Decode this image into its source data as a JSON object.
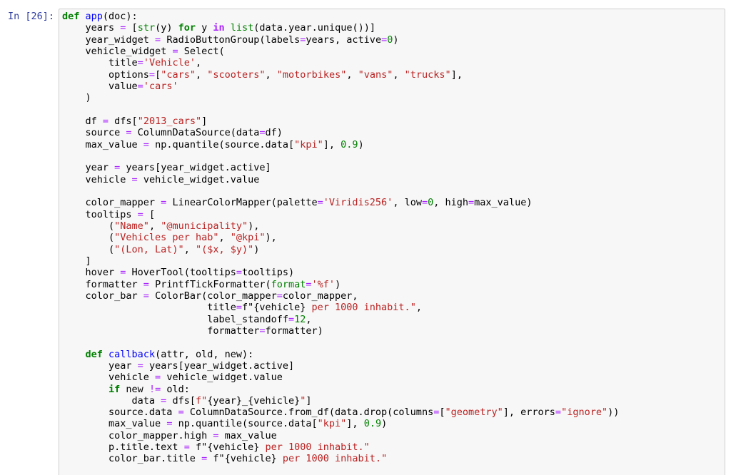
{
  "prompt": {
    "label": "In [26]:"
  },
  "colors": {
    "prompt": "#303f9f",
    "cell_background": "#f7f7f7",
    "cell_border": "#cfcfcf",
    "keyword": "#008000",
    "function_name": "#0000ff",
    "operator": "#aa22ff",
    "string": "#ba2121",
    "number": "#008000"
  },
  "code": {
    "language": "python",
    "lines": [
      [
        {
          "t": "k",
          "v": "def"
        },
        {
          "t": "t",
          "v": " "
        },
        {
          "t": "nf",
          "v": "app"
        },
        {
          "t": "t",
          "v": "(doc):"
        }
      ],
      [
        {
          "t": "t",
          "v": "    years "
        },
        {
          "t": "o",
          "v": "="
        },
        {
          "t": "t",
          "v": " ["
        },
        {
          "t": "nb",
          "v": "str"
        },
        {
          "t": "t",
          "v": "(y) "
        },
        {
          "t": "k",
          "v": "for"
        },
        {
          "t": "t",
          "v": " y "
        },
        {
          "t": "ow",
          "v": "in"
        },
        {
          "t": "t",
          "v": " "
        },
        {
          "t": "nb",
          "v": "list"
        },
        {
          "t": "t",
          "v": "(data.year.unique())]"
        }
      ],
      [
        {
          "t": "t",
          "v": "    year_widget "
        },
        {
          "t": "o",
          "v": "="
        },
        {
          "t": "t",
          "v": " RadioButtonGroup(labels"
        },
        {
          "t": "o",
          "v": "="
        },
        {
          "t": "t",
          "v": "years, active"
        },
        {
          "t": "o",
          "v": "="
        },
        {
          "t": "m",
          "v": "0"
        },
        {
          "t": "t",
          "v": ")"
        }
      ],
      [
        {
          "t": "t",
          "v": "    vehicle_widget "
        },
        {
          "t": "o",
          "v": "="
        },
        {
          "t": "t",
          "v": " Select("
        }
      ],
      [
        {
          "t": "t",
          "v": "        title"
        },
        {
          "t": "o",
          "v": "="
        },
        {
          "t": "s",
          "v": "'Vehicle'"
        },
        {
          "t": "t",
          "v": ","
        }
      ],
      [
        {
          "t": "t",
          "v": "        options"
        },
        {
          "t": "o",
          "v": "="
        },
        {
          "t": "t",
          "v": "["
        },
        {
          "t": "s",
          "v": "\"cars\""
        },
        {
          "t": "t",
          "v": ", "
        },
        {
          "t": "s",
          "v": "\"scooters\""
        },
        {
          "t": "t",
          "v": ", "
        },
        {
          "t": "s",
          "v": "\"motorbikes\""
        },
        {
          "t": "t",
          "v": ", "
        },
        {
          "t": "s",
          "v": "\"vans\""
        },
        {
          "t": "t",
          "v": ", "
        },
        {
          "t": "s",
          "v": "\"trucks\""
        },
        {
          "t": "t",
          "v": "],"
        }
      ],
      [
        {
          "t": "t",
          "v": "        value"
        },
        {
          "t": "o",
          "v": "="
        },
        {
          "t": "s",
          "v": "'cars'"
        }
      ],
      [
        {
          "t": "t",
          "v": "    )"
        }
      ],
      [],
      [
        {
          "t": "t",
          "v": "    df "
        },
        {
          "t": "o",
          "v": "="
        },
        {
          "t": "t",
          "v": " dfs["
        },
        {
          "t": "s",
          "v": "\"2013_cars\""
        },
        {
          "t": "t",
          "v": "]"
        }
      ],
      [
        {
          "t": "t",
          "v": "    source "
        },
        {
          "t": "o",
          "v": "="
        },
        {
          "t": "t",
          "v": " ColumnDataSource(data"
        },
        {
          "t": "o",
          "v": "="
        },
        {
          "t": "t",
          "v": "df)"
        }
      ],
      [
        {
          "t": "t",
          "v": "    max_value "
        },
        {
          "t": "o",
          "v": "="
        },
        {
          "t": "t",
          "v": " np.quantile(source.data["
        },
        {
          "t": "s",
          "v": "\"kpi\""
        },
        {
          "t": "t",
          "v": "], "
        },
        {
          "t": "m",
          "v": "0.9"
        },
        {
          "t": "t",
          "v": ")"
        }
      ],
      [],
      [
        {
          "t": "t",
          "v": "    year "
        },
        {
          "t": "o",
          "v": "="
        },
        {
          "t": "t",
          "v": " years[year_widget.active]"
        }
      ],
      [
        {
          "t": "t",
          "v": "    vehicle "
        },
        {
          "t": "o",
          "v": "="
        },
        {
          "t": "t",
          "v": " vehicle_widget.value"
        }
      ],
      [],
      [
        {
          "t": "t",
          "v": "    color_mapper "
        },
        {
          "t": "o",
          "v": "="
        },
        {
          "t": "t",
          "v": " LinearColorMapper(palette"
        },
        {
          "t": "o",
          "v": "="
        },
        {
          "t": "s",
          "v": "'Viridis256'"
        },
        {
          "t": "t",
          "v": ", low"
        },
        {
          "t": "o",
          "v": "="
        },
        {
          "t": "m",
          "v": "0"
        },
        {
          "t": "t",
          "v": ", high"
        },
        {
          "t": "o",
          "v": "="
        },
        {
          "t": "t",
          "v": "max_value)"
        }
      ],
      [
        {
          "t": "t",
          "v": "    tooltips "
        },
        {
          "t": "o",
          "v": "="
        },
        {
          "t": "t",
          "v": " ["
        }
      ],
      [
        {
          "t": "t",
          "v": "        ("
        },
        {
          "t": "s",
          "v": "\"Name\""
        },
        {
          "t": "t",
          "v": ", "
        },
        {
          "t": "s",
          "v": "\"@municipality\""
        },
        {
          "t": "t",
          "v": "),"
        }
      ],
      [
        {
          "t": "t",
          "v": "        ("
        },
        {
          "t": "s",
          "v": "\"Vehicles per hab\""
        },
        {
          "t": "t",
          "v": ", "
        },
        {
          "t": "s",
          "v": "\"@kpi\""
        },
        {
          "t": "t",
          "v": "),"
        }
      ],
      [
        {
          "t": "t",
          "v": "        ("
        },
        {
          "t": "s",
          "v": "\"(Lon, Lat)\""
        },
        {
          "t": "t",
          "v": ", "
        },
        {
          "t": "s",
          "v": "\"($x, $y)\""
        },
        {
          "t": "t",
          "v": ")"
        }
      ],
      [
        {
          "t": "t",
          "v": "    ]"
        }
      ],
      [
        {
          "t": "t",
          "v": "    hover "
        },
        {
          "t": "o",
          "v": "="
        },
        {
          "t": "t",
          "v": " HoverTool(tooltips"
        },
        {
          "t": "o",
          "v": "="
        },
        {
          "t": "t",
          "v": "tooltips)"
        }
      ],
      [
        {
          "t": "t",
          "v": "    formatter "
        },
        {
          "t": "o",
          "v": "="
        },
        {
          "t": "t",
          "v": " PrintfTickFormatter("
        },
        {
          "t": "nb",
          "v": "format"
        },
        {
          "t": "o",
          "v": "="
        },
        {
          "t": "s",
          "v": "'%f'"
        },
        {
          "t": "t",
          "v": ")"
        }
      ],
      [
        {
          "t": "t",
          "v": "    color_bar "
        },
        {
          "t": "o",
          "v": "="
        },
        {
          "t": "t",
          "v": " ColorBar(color_mapper"
        },
        {
          "t": "o",
          "v": "="
        },
        {
          "t": "t",
          "v": "color_mapper,"
        }
      ],
      [
        {
          "t": "t",
          "v": "                         title"
        },
        {
          "t": "o",
          "v": "="
        },
        {
          "t": "t",
          "v": "f\"{vehicle}"
        },
        {
          "t": "s",
          "v": " per 1000 inhabit.\""
        },
        {
          "t": "t",
          "v": ","
        }
      ],
      [
        {
          "t": "t",
          "v": "                         label_standoff"
        },
        {
          "t": "o",
          "v": "="
        },
        {
          "t": "m",
          "v": "12"
        },
        {
          "t": "t",
          "v": ","
        }
      ],
      [
        {
          "t": "t",
          "v": "                         formatter"
        },
        {
          "t": "o",
          "v": "="
        },
        {
          "t": "t",
          "v": "formatter)"
        }
      ],
      [],
      [
        {
          "t": "t",
          "v": "    "
        },
        {
          "t": "k",
          "v": "def"
        },
        {
          "t": "t",
          "v": " "
        },
        {
          "t": "nf",
          "v": "callback"
        },
        {
          "t": "t",
          "v": "(attr, old, new):"
        }
      ],
      [
        {
          "t": "t",
          "v": "        year "
        },
        {
          "t": "o",
          "v": "="
        },
        {
          "t": "t",
          "v": " years[year_widget.active]"
        }
      ],
      [
        {
          "t": "t",
          "v": "        vehicle "
        },
        {
          "t": "o",
          "v": "="
        },
        {
          "t": "t",
          "v": " vehicle_widget.value"
        }
      ],
      [
        {
          "t": "t",
          "v": "        "
        },
        {
          "t": "k",
          "v": "if"
        },
        {
          "t": "t",
          "v": " new "
        },
        {
          "t": "o",
          "v": "!="
        },
        {
          "t": "t",
          "v": " old:"
        }
      ],
      [
        {
          "t": "t",
          "v": "            data "
        },
        {
          "t": "o",
          "v": "="
        },
        {
          "t": "t",
          "v": " dfs["
        },
        {
          "t": "s",
          "v": "f\""
        },
        {
          "t": "t",
          "v": "{year}_{vehicle}"
        },
        {
          "t": "s",
          "v": "\""
        },
        {
          "t": "t",
          "v": "]"
        }
      ],
      [
        {
          "t": "t",
          "v": "        source.data "
        },
        {
          "t": "o",
          "v": "="
        },
        {
          "t": "t",
          "v": " ColumnDataSource.from_df(data.drop(columns"
        },
        {
          "t": "o",
          "v": "="
        },
        {
          "t": "t",
          "v": "["
        },
        {
          "t": "s",
          "v": "\"geometry\""
        },
        {
          "t": "t",
          "v": "], errors"
        },
        {
          "t": "o",
          "v": "="
        },
        {
          "t": "s",
          "v": "\"ignore\""
        },
        {
          "t": "t",
          "v": "))"
        }
      ],
      [
        {
          "t": "t",
          "v": "        max_value "
        },
        {
          "t": "o",
          "v": "="
        },
        {
          "t": "t",
          "v": " np.quantile(source.data["
        },
        {
          "t": "s",
          "v": "\"kpi\""
        },
        {
          "t": "t",
          "v": "], "
        },
        {
          "t": "m",
          "v": "0.9"
        },
        {
          "t": "t",
          "v": ")"
        }
      ],
      [
        {
          "t": "t",
          "v": "        color_mapper.high "
        },
        {
          "t": "o",
          "v": "="
        },
        {
          "t": "t",
          "v": " max_value"
        }
      ],
      [
        {
          "t": "t",
          "v": "        p.title.text "
        },
        {
          "t": "o",
          "v": "="
        },
        {
          "t": "t",
          "v": " f\"{vehicle}"
        },
        {
          "t": "s",
          "v": " per 1000 inhabit.\""
        }
      ],
      [
        {
          "t": "t",
          "v": "        color_bar.title "
        },
        {
          "t": "o",
          "v": "="
        },
        {
          "t": "t",
          "v": " f\"{vehicle}"
        },
        {
          "t": "s",
          "v": " per 1000 inhabit.\""
        }
      ]
    ]
  }
}
